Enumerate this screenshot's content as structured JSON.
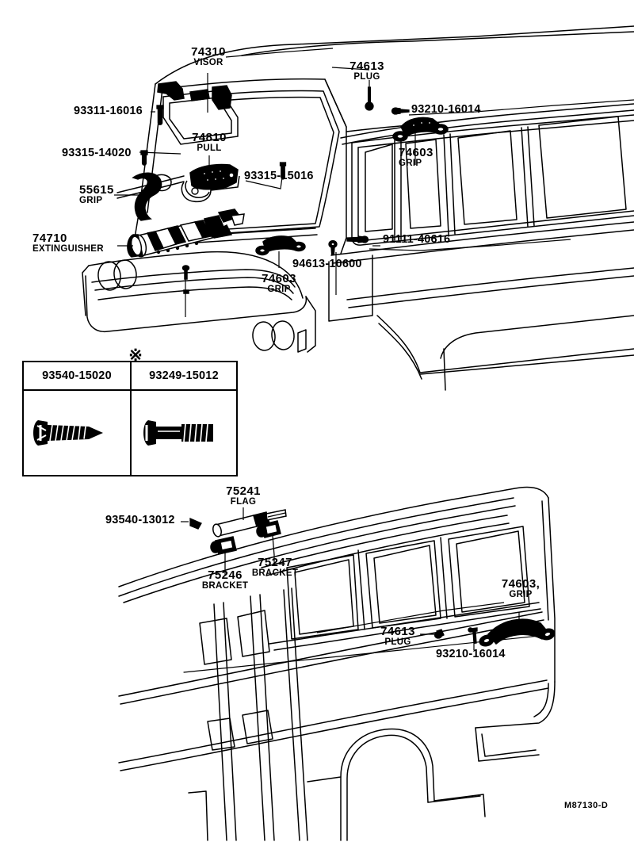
{
  "document": {
    "id_code": "M87130-D",
    "star_symbol": "※"
  },
  "hardware_table": {
    "columns": [
      {
        "part_number": "93540-15020",
        "icon": "tapping-screw-icon"
      },
      {
        "part_number": "93249-15012",
        "icon": "machine-screw-icon"
      }
    ]
  },
  "upper_diagram": {
    "name": "front-interior-assembly",
    "callouts": [
      {
        "id": "visor",
        "number": "74310",
        "sub": "VISOR"
      },
      {
        "id": "plug-front",
        "number": "74613",
        "sub": "PLUG"
      },
      {
        "id": "grip-roof",
        "number": "74603",
        "sub": "GRIP"
      },
      {
        "id": "pull",
        "number": "74810",
        "sub": "PULL"
      },
      {
        "id": "grip-assist",
        "number": "55615",
        "sub": "GRIP"
      },
      {
        "id": "extinguisher",
        "number": "74710",
        "sub": "EXTINGUISHER"
      },
      {
        "id": "grip-lower",
        "number": "74603",
        "sub": "GRIP"
      }
    ],
    "part_numbers": [
      {
        "id": "screw-visor",
        "text": "93311-16016"
      },
      {
        "id": "screw-grip",
        "text": "93315-14020"
      },
      {
        "id": "screw-pull",
        "text": "93315-15016"
      },
      {
        "id": "screw-roof",
        "text": "93210-16014"
      },
      {
        "id": "clip-pillar",
        "text": "94613-10600"
      },
      {
        "id": "bolt-rail",
        "text": "91111-40616"
      }
    ]
  },
  "lower_diagram": {
    "name": "side-body-assembly",
    "callouts": [
      {
        "id": "flag",
        "number": "75241",
        "sub": "FLAG"
      },
      {
        "id": "bracket-front",
        "number": "75246",
        "sub": "BRACKET"
      },
      {
        "id": "bracket-rear",
        "number": "75247",
        "sub": "BRACKET"
      },
      {
        "id": "grip-rear",
        "number": "74603,",
        "sub": "GRIP"
      },
      {
        "id": "plug-rear",
        "number": "74613",
        "sub": "PLUG"
      }
    ],
    "part_numbers": [
      {
        "id": "screw-flag",
        "text": "93540-13012"
      },
      {
        "id": "screw-grip-rear",
        "text": "93210-16014"
      }
    ]
  }
}
